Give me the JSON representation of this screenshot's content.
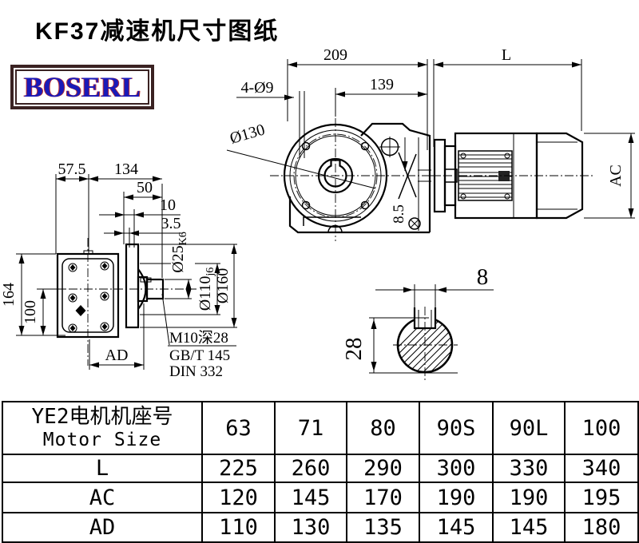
{
  "title": "KF37减速机尺寸图纸",
  "brand": {
    "name": "BOSERL"
  },
  "drawing": {
    "front": {
      "dim_209": "209",
      "dim_L": "L",
      "dim_139": "139",
      "dim_holes": "4-Ø9",
      "dim_flange_dia": "Ø130",
      "dim_gap": "8.5"
    },
    "motor": {
      "dim_AC": "AC"
    },
    "side": {
      "dim_57_5": "57.5",
      "dim_134": "134",
      "dim_50": "50",
      "dim_10": "10",
      "dim_3_5": "3.5",
      "dim_164": "164",
      "dim_100": "100",
      "dim_AD": "AD",
      "shaft_dia": {
        "main": "Ø25",
        "sub": "K6"
      },
      "spigot_dia": {
        "main": "Ø110",
        "sub": "j6"
      },
      "flange_dia": "Ø160",
      "tap_note_1": "M10深28",
      "tap_note_2": "GB/T 145",
      "tap_note_3": "DIN 332"
    },
    "keyway": {
      "dim_width": "8",
      "dim_depth": "28"
    }
  },
  "table": {
    "header_cn": "YE2电机机座号",
    "header_en": "Motor Size",
    "columns": [
      "63",
      "71",
      "80",
      "90S",
      "90L",
      "100"
    ],
    "rows": [
      {
        "label": "L",
        "values": [
          "225",
          "260",
          "290",
          "300",
          "330",
          "340"
        ]
      },
      {
        "label": "AC",
        "values": [
          "120",
          "145",
          "170",
          "190",
          "190",
          "195"
        ]
      },
      {
        "label": "AD",
        "values": [
          "110",
          "130",
          "135",
          "145",
          "145",
          "180"
        ]
      }
    ]
  }
}
